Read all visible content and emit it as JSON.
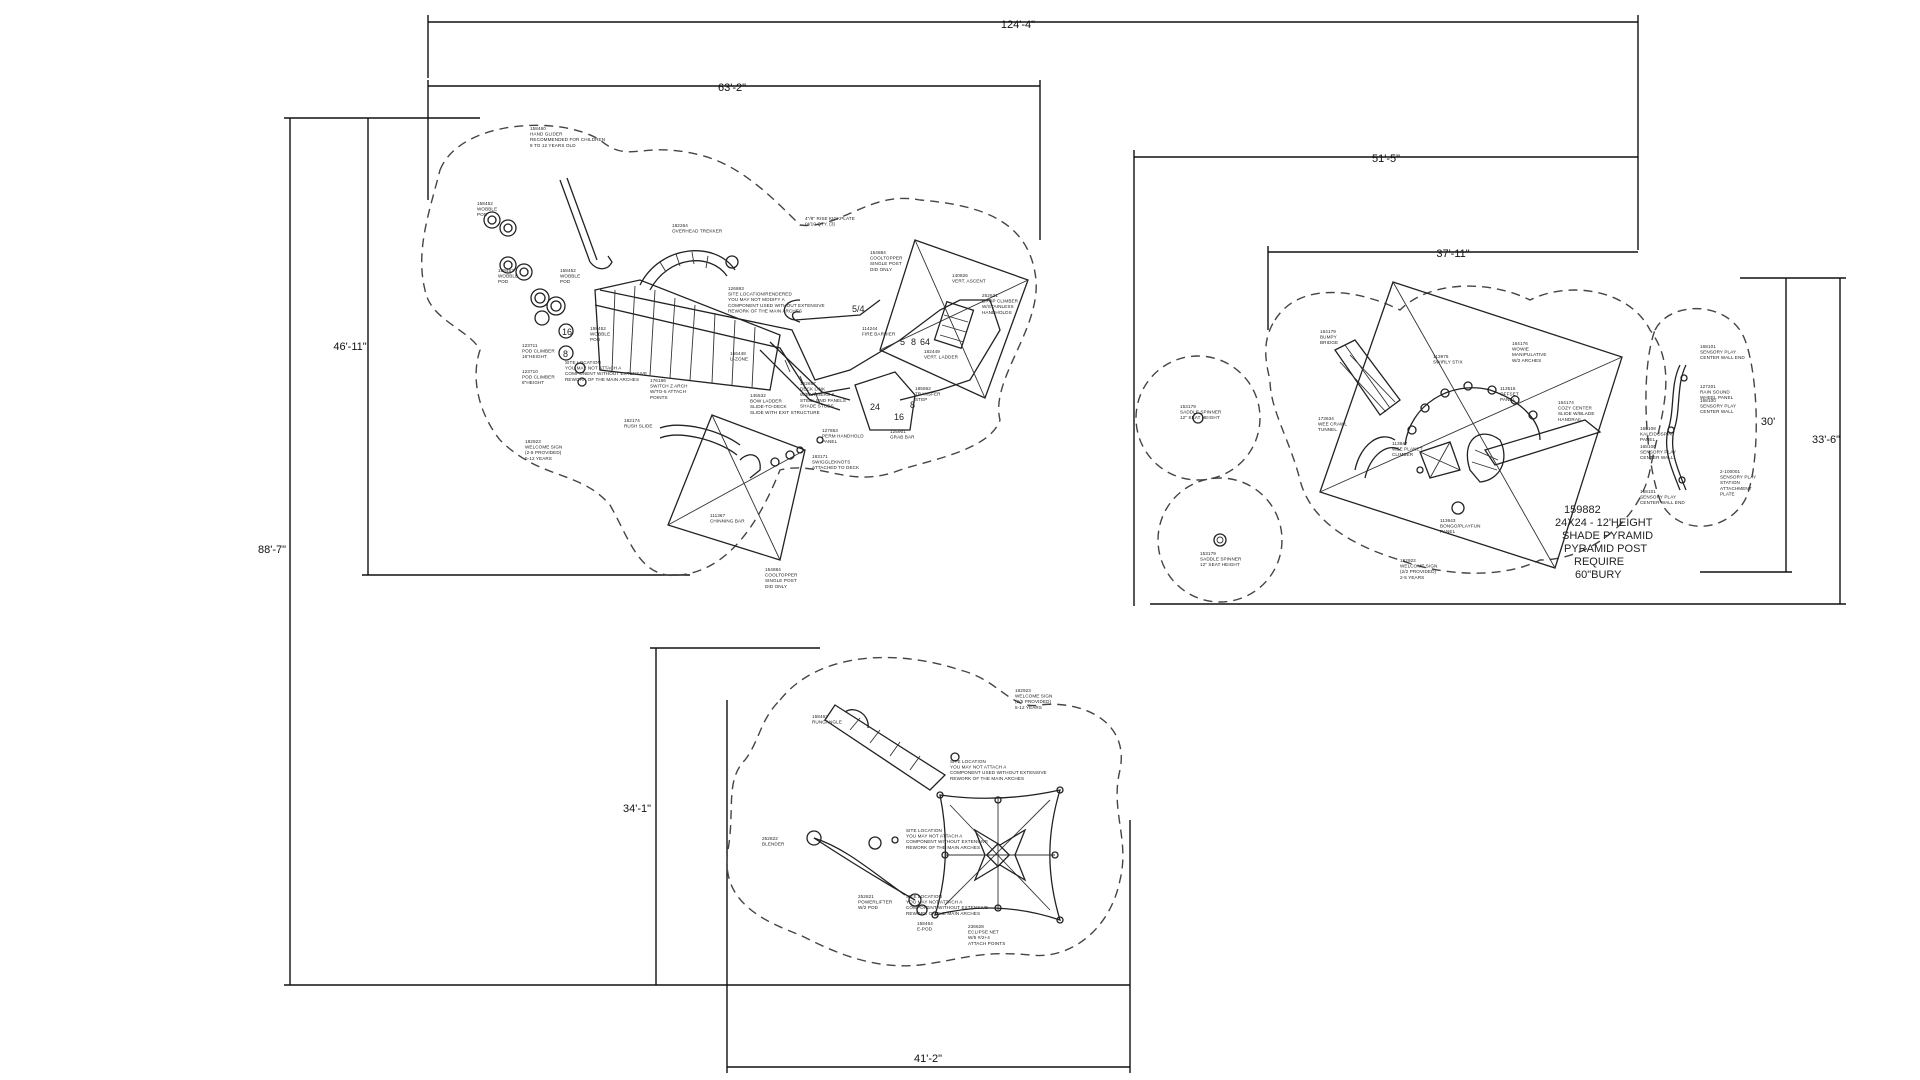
{
  "dimensions": {
    "overall_width": "124'-4\"",
    "upper_left_width": "63'-2\"",
    "right_width": "51'-5\"",
    "right_inner_width": "37'-11\"",
    "overall_height": "88'-7\"",
    "upper_left_height": "46'-11\"",
    "right_height": "33'-6\"",
    "right_inner_height": "30'",
    "lower_width": "41'-2\"",
    "lower_height": "34'-1\""
  },
  "labels_left": {
    "hand_glider": "158460\nHAND GLIDER\nRECOMMENDED FOR CHILDREN\n8 TO 12 YEARS OLD",
    "overhead_trekker": "182264\nOVERHEAD TREKKER",
    "kickplate": "4\"/8\" RISE KICKPLATE\n(4/10 QTY. (3)",
    "wobble_pod": "158452\nWOBBLE\nPOD",
    "wobble_pod_2": "158452\nWOBBLE\nPOD",
    "wobble_pod_3": "158452\nWOBBLE\nPOD",
    "wobble_pod_4": "158452\nWOBBLE\nPOD",
    "site_location": "126863\nSITE LOCATION/RENDERED\nYOU MAY NOT MODIFY A\nCOMPONENT USED WITHOUT EXTENSIVE\nREWORK OF THE MAIN ARCHES",
    "cooltopper": "154884\nCOOLTOPPER\nSINGLE POST\nDID ONLY",
    "vert_ascent": "140826\nVERT. ASCENT",
    "drop_climber": "262631\nDROP CLIMBER\nW/STAINLESS\nHANDHOLDS",
    "fire_barrier": "114244\nFIRE BARRIER",
    "pod_climber": "123711\nPOD CLIMBER\n16\"HEIGHT",
    "pod_climber_2": "123710\nPOD CLIMBER\n8\"HEIGHT",
    "site_location_2": "SITE LOCATION\nYOU MAY NOT ATTACH A\nCOMPONENT WITHOUT EXTENSIVE\nREWORK OF THE MAIN ARCHES",
    "deck_link": "152667\nDECK LINK\nW/BARRIERS &\nSTEEL END PANELS\nSHADE STUDS",
    "vert_ladder": "182449\nVERT. LADDER",
    "switch_z": "176186\nSWITCH Z ARCH\nW/TO-5 ATTACH\nPOINTS",
    "uzone": "156448\nU-ZONE",
    "bow_ladder": "145532\nBOW LADDER\nSLIDE-TO-DECK\nSLIDE WITH EXIT STRUCTURE",
    "transfer_step": "185862\nTRANSFER\nSTEP",
    "rush_slide": "182174\nRUSH SLIDE",
    "welcome_sign": "182923\nWELCOME SIGN\n(2-5 PROVIDED)\n5-12 YEARS",
    "swiggle_knots": "183171\nSWIGGLEKNOTS\nATTACHED TO DECK",
    "perm_handhold": "127853\nPERM HANDHOLD\nPANEL",
    "grab_bar": "125901\nGRAB BAR",
    "chinning_bar": "111367\nCHINNING BAR",
    "cooltopper_2": "154884\nCOOLTOPPER\nSINGLE POST\nDID ONLY",
    "deck_numbers": [
      "24",
      "16",
      "8",
      "5",
      "8",
      "64",
      "5/4"
    ]
  },
  "labels_right": {
    "bumpy_bridge": "164179\nBUMPY\nBRIDGE",
    "swirly_stix": "113975\nSWIRLY STIX",
    "wowie": "164176\nWOWIE\nMANIPULATIVE\nW/2 ARCHES",
    "offset_panel": "113516\nOFFSET\nPANEL",
    "cozy_center": "164174\nCOZY CENTER\nSLIDE W/BLADE\nHANDRAIL",
    "saddle_spinner": "153179\nSADDLE SPINNER\n12\" SEAT HEIGHT",
    "saddle_spinner_2": "153179\nSADDLE SPINNER\n12\" SEAT HEIGHT",
    "crawl_tunnel": "173634\nWEE CRAWL\nTUNNEL",
    "plant_climber": "113847\nWEE PLANET\nCLIMBER",
    "bongo_panel": "113643\nBONGO/PLAYFUN\nPANEL",
    "welcome_sign": "182922\nWELCOME SIGN\n(2/2 PROVIDED)\n2-5 YEARS",
    "shade_pyramid": [
      "159882",
      "24X24 - 12'HEIGHT",
      "SHADE PYRAMID",
      "PYRAMID POST",
      "REQUIRE",
      "60\"BURY"
    ],
    "sensory_1": "168101\nSENSORY PLAY\nCENTER WALL END",
    "sensory_2": "127201\nRAIN SOUND\nWHEEL PANEL",
    "sensory_3": "168100\nSENSORY PLAY\nCENTER WALL",
    "sensory_4": "168108\nKALEIDOSPIN\nPANEL",
    "sensory_5": "168100\nSENSORY PLAY\nCENTER WALL",
    "sensory_6": "168101\nSENSORY PLAY\nCENTER WALL END",
    "sensory_7": "2-100001\nSENSORY PLAY\nSTATION\nATTACHMENT\nPLATE"
  },
  "labels_bottom": {
    "welcome_sign": "182923\nWELCOME SIGN\n(2/5 PROVIDED)\n5-12 YEARS",
    "rungangle": "158462\nRUNGANGLE",
    "site_location": "SITE LOCATION\nYOU MAY NOT ATTACH A\nCOMPONENT USED WITHOUT EXTENSIVE\nREWORK OF THE MAIN ARCHES",
    "site_location_2": "SITE LOCATION\nYOU MAY NOT ATTACH A\nCOMPONENT WITHOUT EXTENSIVE\nREWORK OF THE MAIN ARCHES",
    "site_location_3": "SITE LOCATION\nYOU MAY NOT ATTACH A\nCOMPONENT WITHOUT EXTENSIVE\nREWORK OF THE MAIN ARCHES",
    "blender": "252822\nBLENDER",
    "powerlifter": "252821\nPOWERLIFTER\nW/2 POD",
    "e_pod": "158464\nE-POD",
    "eclipse_net": "236628\nECLIPSE NET\nW/5 #/2+4\nATTACH POINTS"
  }
}
